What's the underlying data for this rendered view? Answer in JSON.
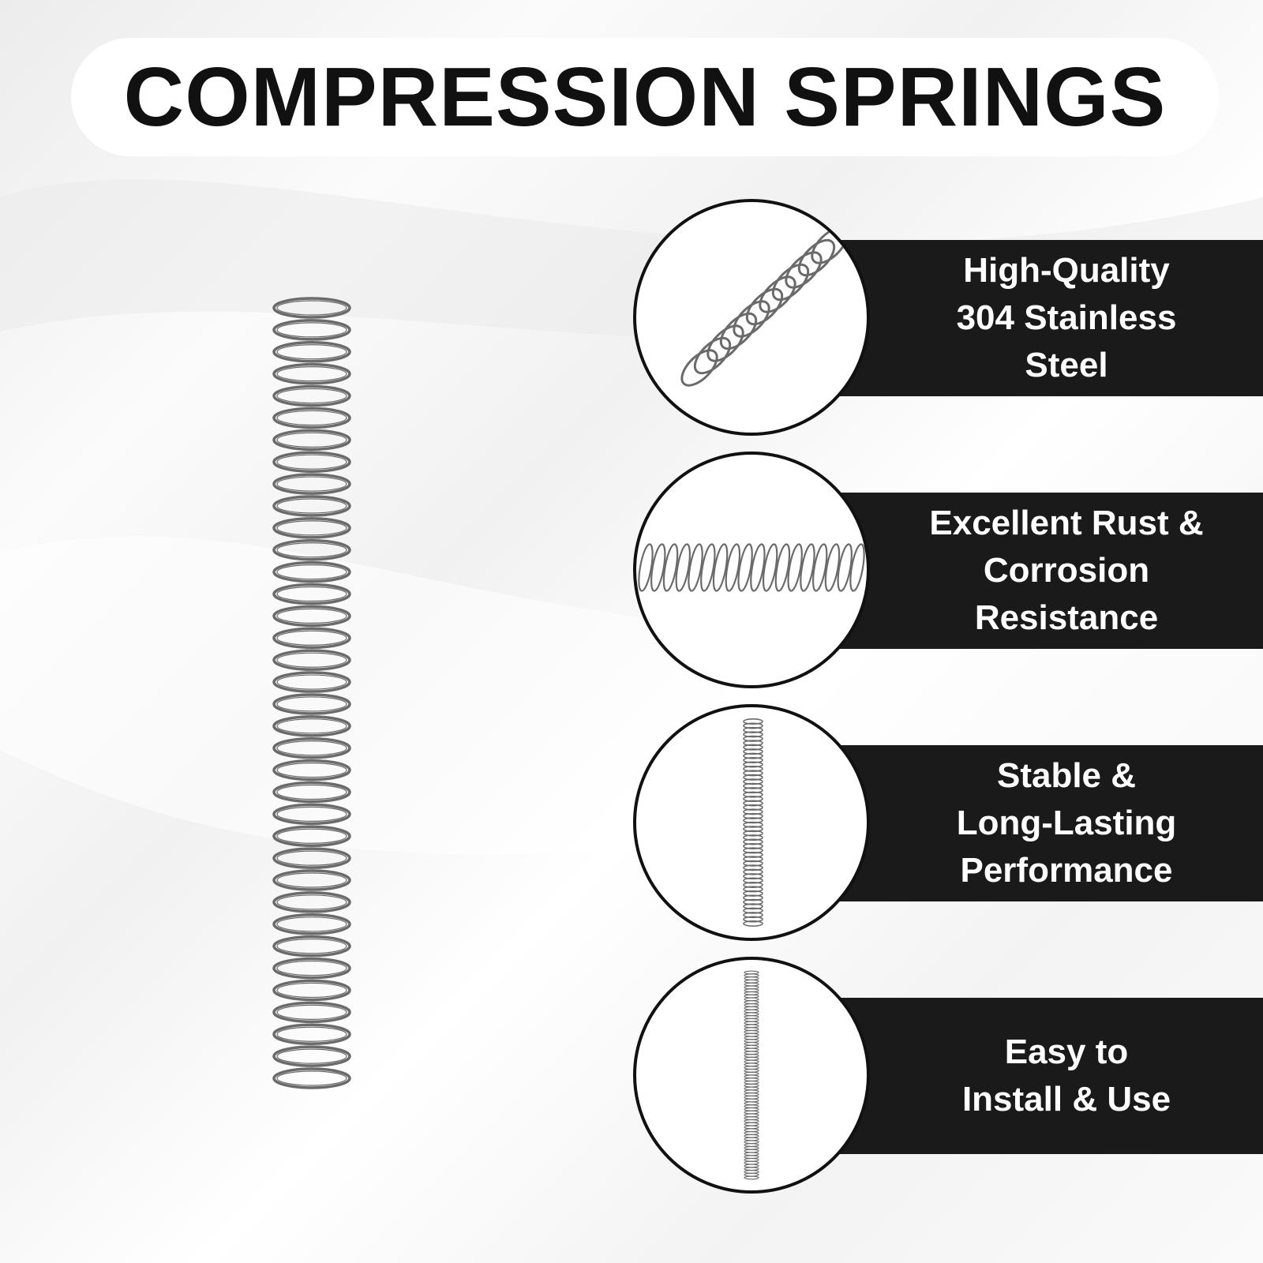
{
  "header": {
    "title": "COMPRESSION SPRINGS"
  },
  "features": [
    {
      "lines": [
        "High-Quality",
        "304 Stainless",
        "Steel"
      ],
      "icon": "spring-diagonal-icon"
    },
    {
      "lines": [
        "Excellent Rust &",
        "Corrosion",
        "Resistance"
      ],
      "icon": "spring-horizontal-icon"
    },
    {
      "lines": [
        "Stable &",
        "Long-Lasting",
        "Performance"
      ],
      "icon": "spring-vertical-icon"
    },
    {
      "lines": [
        "Easy to",
        "Install & Use"
      ],
      "icon": "spring-thin-icon"
    }
  ],
  "colors": {
    "banner": "#1a1a1a",
    "text_dark": "#111111",
    "text_light": "#ffffff",
    "spring": "#6a6a6a"
  }
}
